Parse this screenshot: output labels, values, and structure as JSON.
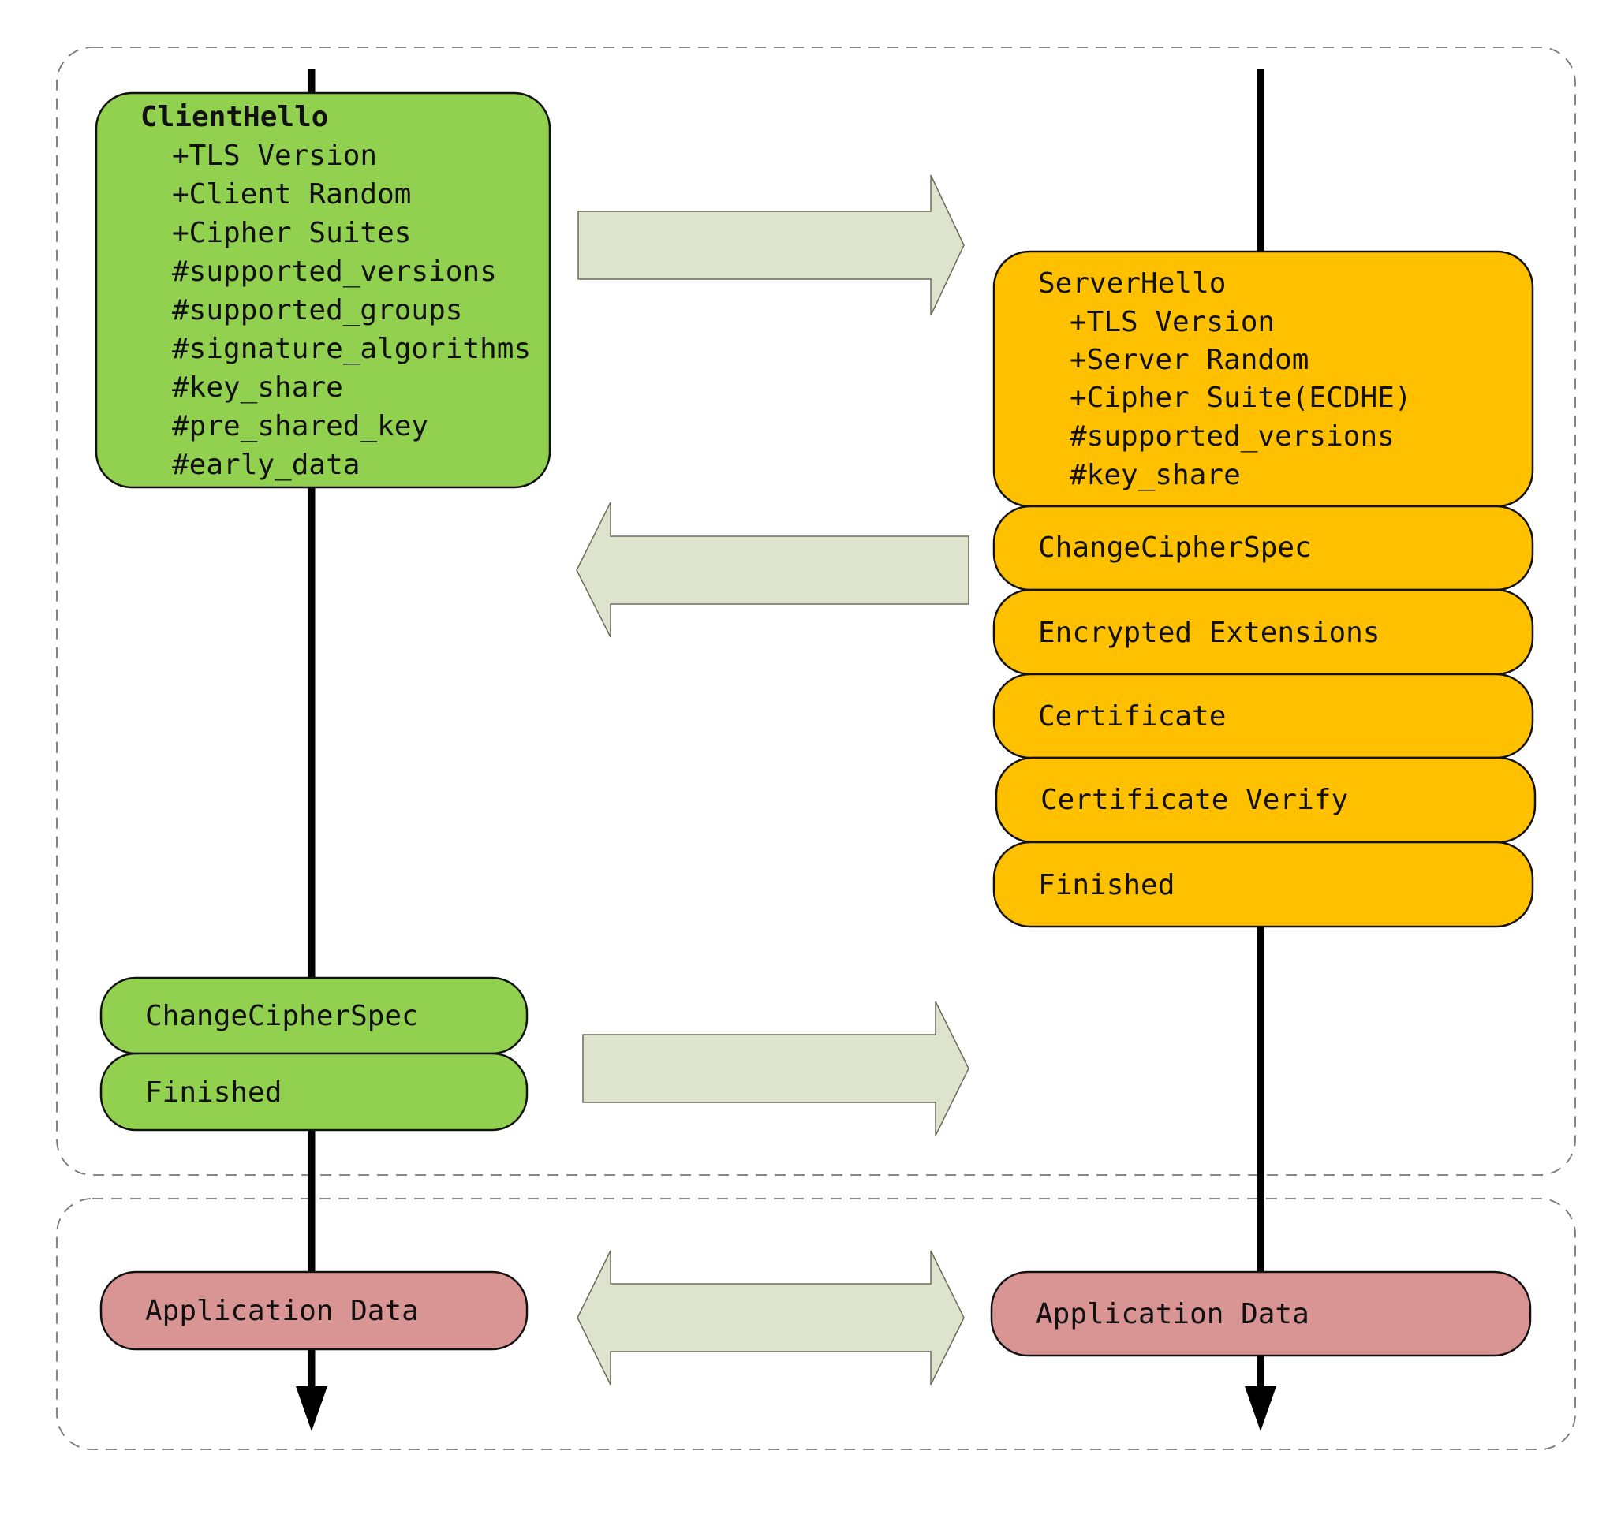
{
  "client": {
    "hello": {
      "title": "ClientHello",
      "lines": [
        "+TLS Version",
        "+Client Random",
        "+Cipher Suites",
        "#supported_versions",
        "#supported_groups",
        "#signature_algorithms",
        "#key_share",
        "#pre_shared_key",
        "#early_data"
      ]
    },
    "change_cipher_spec": "ChangeCipherSpec",
    "finished": "Finished",
    "application_data": "Application Data"
  },
  "server": {
    "hello": {
      "title": "ServerHello",
      "lines": [
        "+TLS Version",
        "+Server Random",
        "+Cipher Suite(ECDHE)",
        "#supported_versions",
        "#key_share"
      ]
    },
    "change_cipher_spec": "ChangeCipherSpec",
    "encrypted_extensions": "Encrypted Extensions",
    "certificate": "Certificate",
    "certificate_verify": "Certificate Verify",
    "finished": "Finished",
    "application_data": "Application Data"
  },
  "colors": {
    "client_box": "#92d050",
    "server_box": "#ffc000",
    "app_data_box": "#d99594",
    "arrow_fill": "#dde3cc",
    "outline": "#111111",
    "dashed_border": "#777777"
  }
}
